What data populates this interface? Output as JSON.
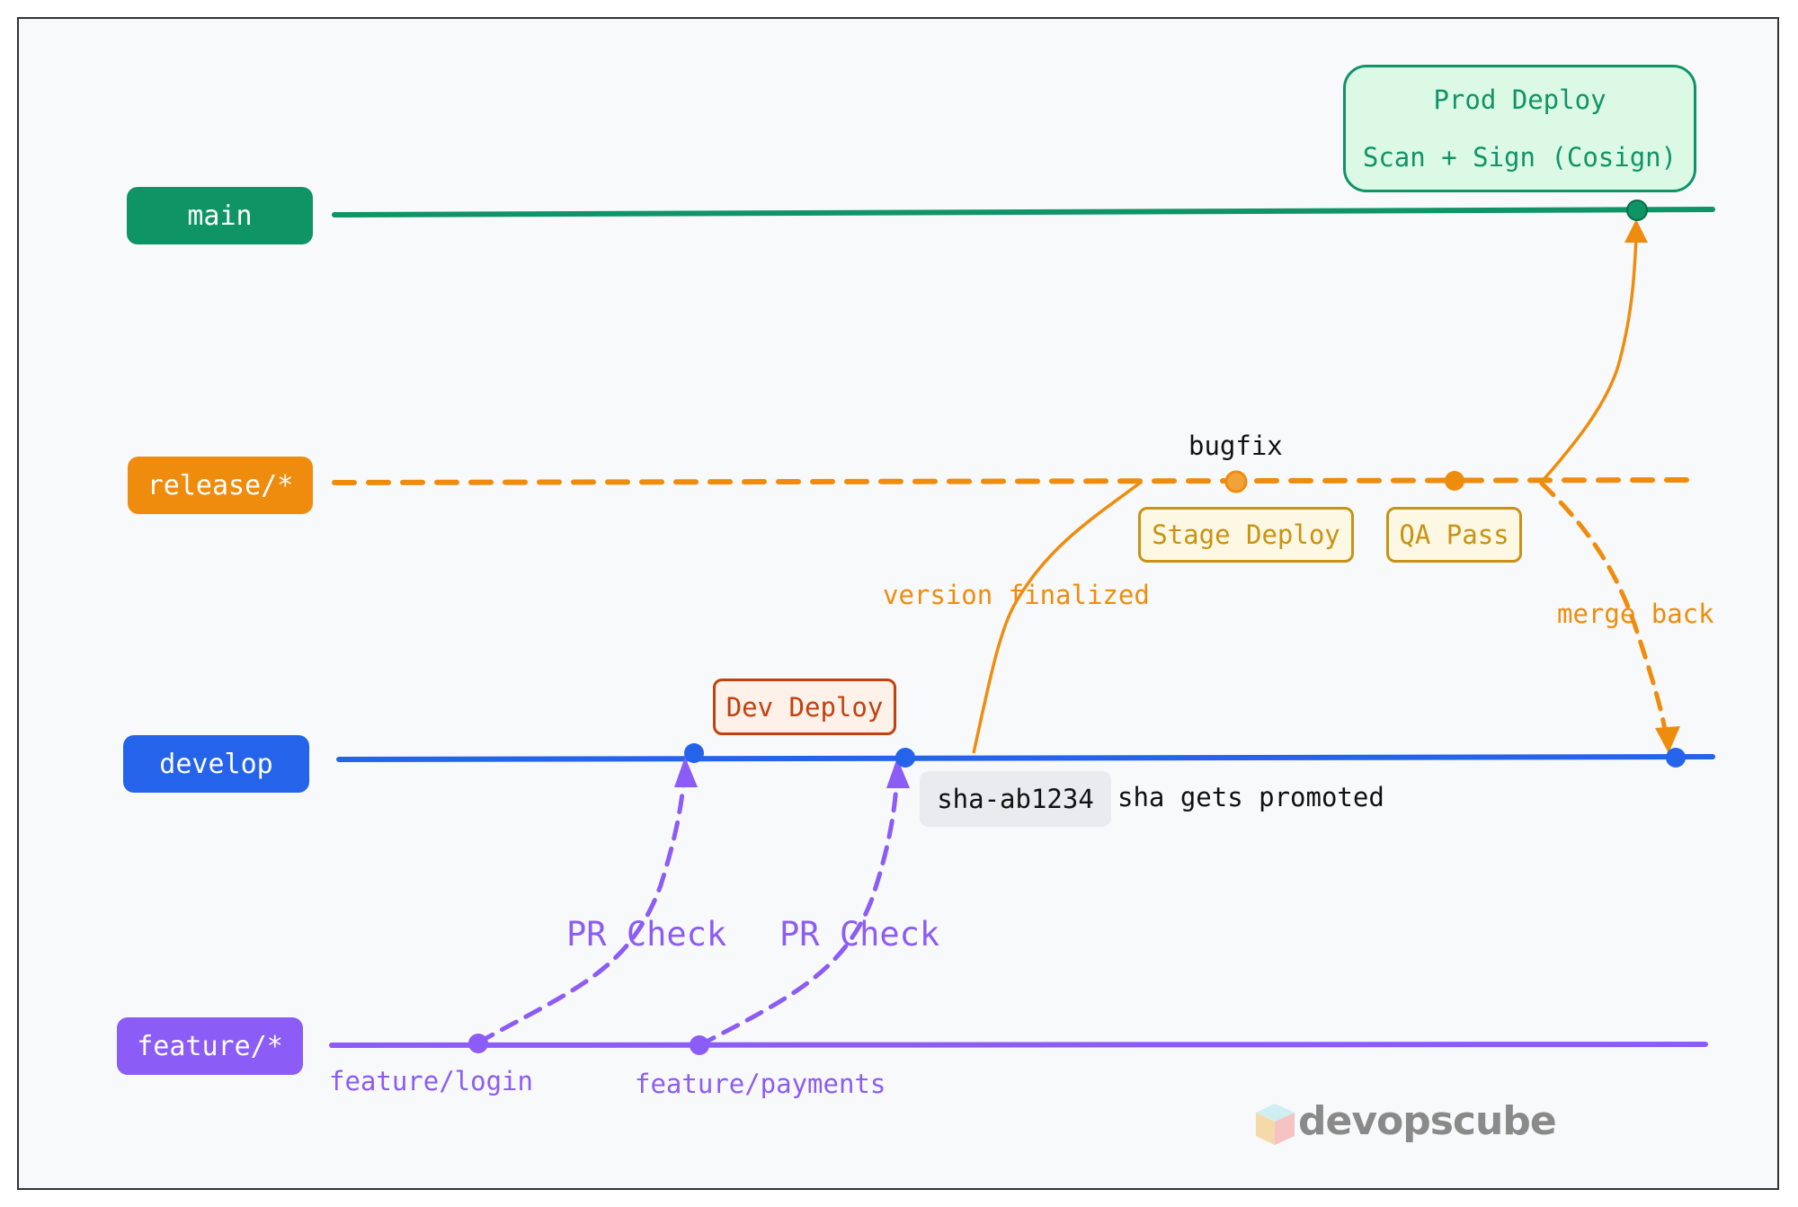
{
  "colors": {
    "main": "#0f9466",
    "release": "#ef8c0e",
    "develop": "#2563eb",
    "feature": "#8b5cf6",
    "dev_deploy": "#c2410c",
    "stage": "#c99212",
    "prod_bg": "#dcf9e6"
  },
  "branches": {
    "main": "main",
    "release": "release/*",
    "develop": "develop",
    "feature": "feature/*"
  },
  "features": {
    "login": "feature/login",
    "payments": "feature/payments"
  },
  "pr_checks": {
    "first": "PR Check",
    "second": "PR Check"
  },
  "deploy_boxes": {
    "dev": "Dev Deploy",
    "stage": "Stage Deploy",
    "qa": "QA Pass",
    "prod_title": "Prod Deploy",
    "prod_subtitle": "Scan + Sign (Cosign)"
  },
  "annotations": {
    "bugfix": "bugfix",
    "version_finalized": "version finalized",
    "merge_back": "merge back",
    "sha": "sha-ab1234",
    "sha_note": "sha gets promoted"
  },
  "logo": {
    "text": "devopscube"
  }
}
